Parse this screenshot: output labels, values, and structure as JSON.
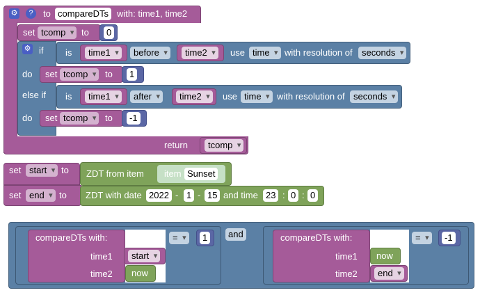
{
  "function_def": {
    "to_label": "to",
    "name": "compareDTs",
    "with_label": "with: time1, time2",
    "set_label": "set",
    "var_tcomp": "tcomp",
    "to_kw": "to",
    "init_value": "0",
    "if_label": "if",
    "do_label": "do",
    "elseif_label": "else if",
    "return_label": "return",
    "return_var": "tcomp"
  },
  "cond1": {
    "is_label": "is",
    "lhs": "time1",
    "op": "before",
    "rhs": "time2",
    "use_label": "use",
    "use_value": "time",
    "res_label": "with resolution of",
    "res_value": "seconds",
    "set_value": "1"
  },
  "cond2": {
    "is_label": "is",
    "lhs": "time1",
    "op": "after",
    "rhs": "time2",
    "use_label": "use",
    "use_value": "time",
    "res_label": "with resolution of",
    "res_value": "seconds",
    "set_value": "-1"
  },
  "set_start": {
    "set_label": "set",
    "var": "start",
    "to_label": "to",
    "zdt_label": "ZDT from item",
    "item_label": "item",
    "item_value": "Sunset"
  },
  "set_end": {
    "set_label": "set",
    "var": "end",
    "to_label": "to",
    "zdt_label": "ZDT with date",
    "year": "2022",
    "month": "1",
    "day": "15",
    "time_label": "and time",
    "hour": "23",
    "minute": "0",
    "second": "0",
    "dash": "-",
    "colon": ":"
  },
  "bottom": {
    "call1_label": "compareDTs with:",
    "time1_label": "time1",
    "time2_label": "time2",
    "call1_time1": "start",
    "call1_time2": "now",
    "eq_op": "=",
    "value1": "1",
    "and_label": "and",
    "call2_label": "compareDTs with:",
    "call2_time1": "now",
    "call2_time2": "end",
    "value2": "-1"
  }
}
